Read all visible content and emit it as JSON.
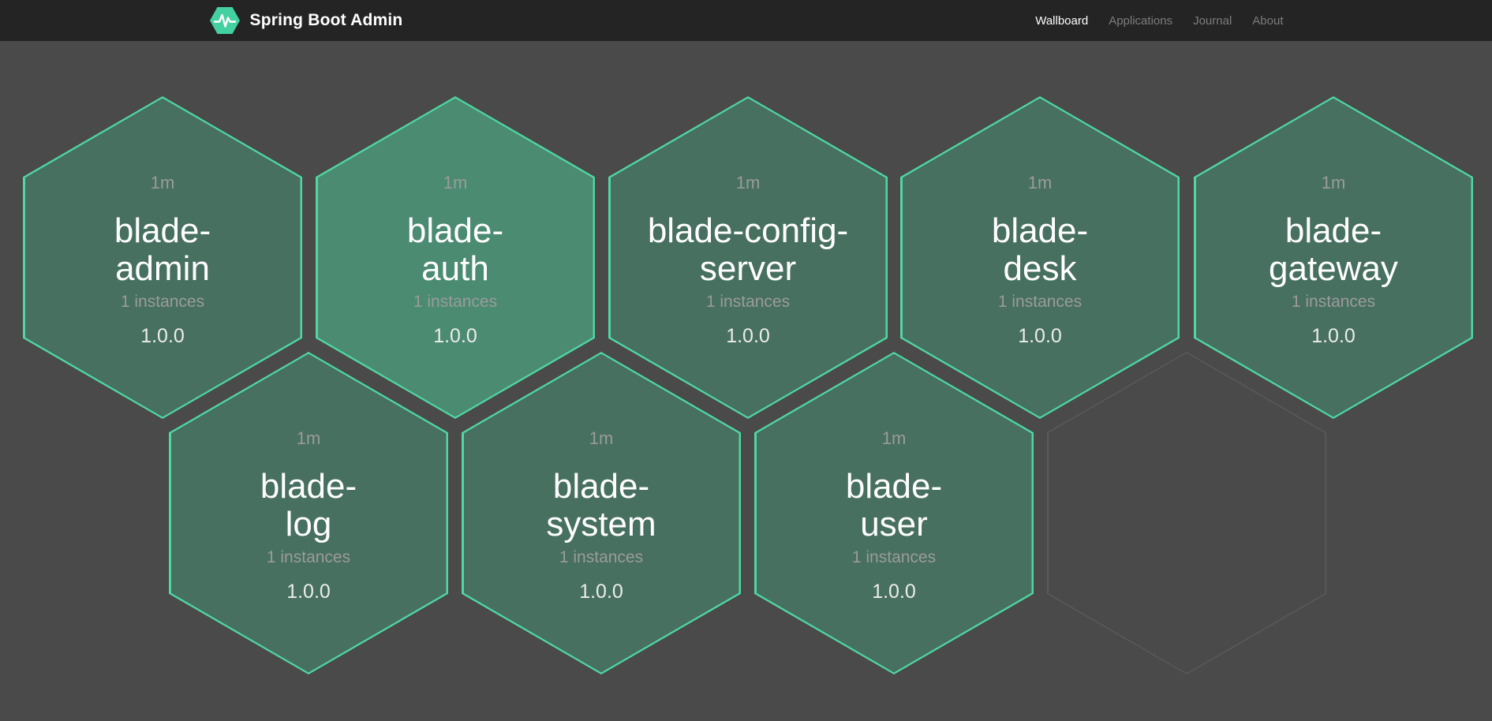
{
  "navbar": {
    "brand": "Spring Boot Admin",
    "items": [
      {
        "label": "Wallboard",
        "active": true
      },
      {
        "label": "Applications",
        "active": false
      },
      {
        "label": "Journal",
        "active": false
      },
      {
        "label": "About",
        "active": false
      }
    ]
  },
  "wallboard": {
    "applications": [
      {
        "name": "blade-admin",
        "uptime": "1m",
        "instances": "1 instances",
        "version": "1.0.0",
        "status": "up",
        "highlight": false
      },
      {
        "name": "blade-auth",
        "uptime": "1m",
        "instances": "1 instances",
        "version": "1.0.0",
        "status": "up",
        "highlight": true
      },
      {
        "name": "blade-config-server",
        "uptime": "1m",
        "instances": "1 instances",
        "version": "1.0.0",
        "status": "up",
        "highlight": false
      },
      {
        "name": "blade-desk",
        "uptime": "1m",
        "instances": "1 instances",
        "version": "1.0.0",
        "status": "up",
        "highlight": false
      },
      {
        "name": "blade-gateway",
        "uptime": "1m",
        "instances": "1 instances",
        "version": "1.0.0",
        "status": "up",
        "highlight": false
      },
      {
        "name": "blade-log",
        "uptime": "1m",
        "instances": "1 instances",
        "version": "1.0.0",
        "status": "up",
        "highlight": false
      },
      {
        "name": "blade-system",
        "uptime": "1m",
        "instances": "1 instances",
        "version": "1.0.0",
        "status": "up",
        "highlight": false
      },
      {
        "name": "blade-user",
        "uptime": "1m",
        "instances": "1 instances",
        "version": "1.0.0",
        "status": "up",
        "highlight": false
      }
    ],
    "placeholder_count": 1
  },
  "icons": {
    "logo": "pulse-hexagon-icon"
  },
  "colors": {
    "background": "#4a4a4a",
    "navbar": "#242424",
    "brand_green": "#45d0a1",
    "hex_border": "#4fd8a3",
    "hex_fill": "#477060",
    "hex_fill_highlight": "#4b8b72",
    "muted_text": "#9b9b9b",
    "ghost_border": "#5b5b5b"
  }
}
